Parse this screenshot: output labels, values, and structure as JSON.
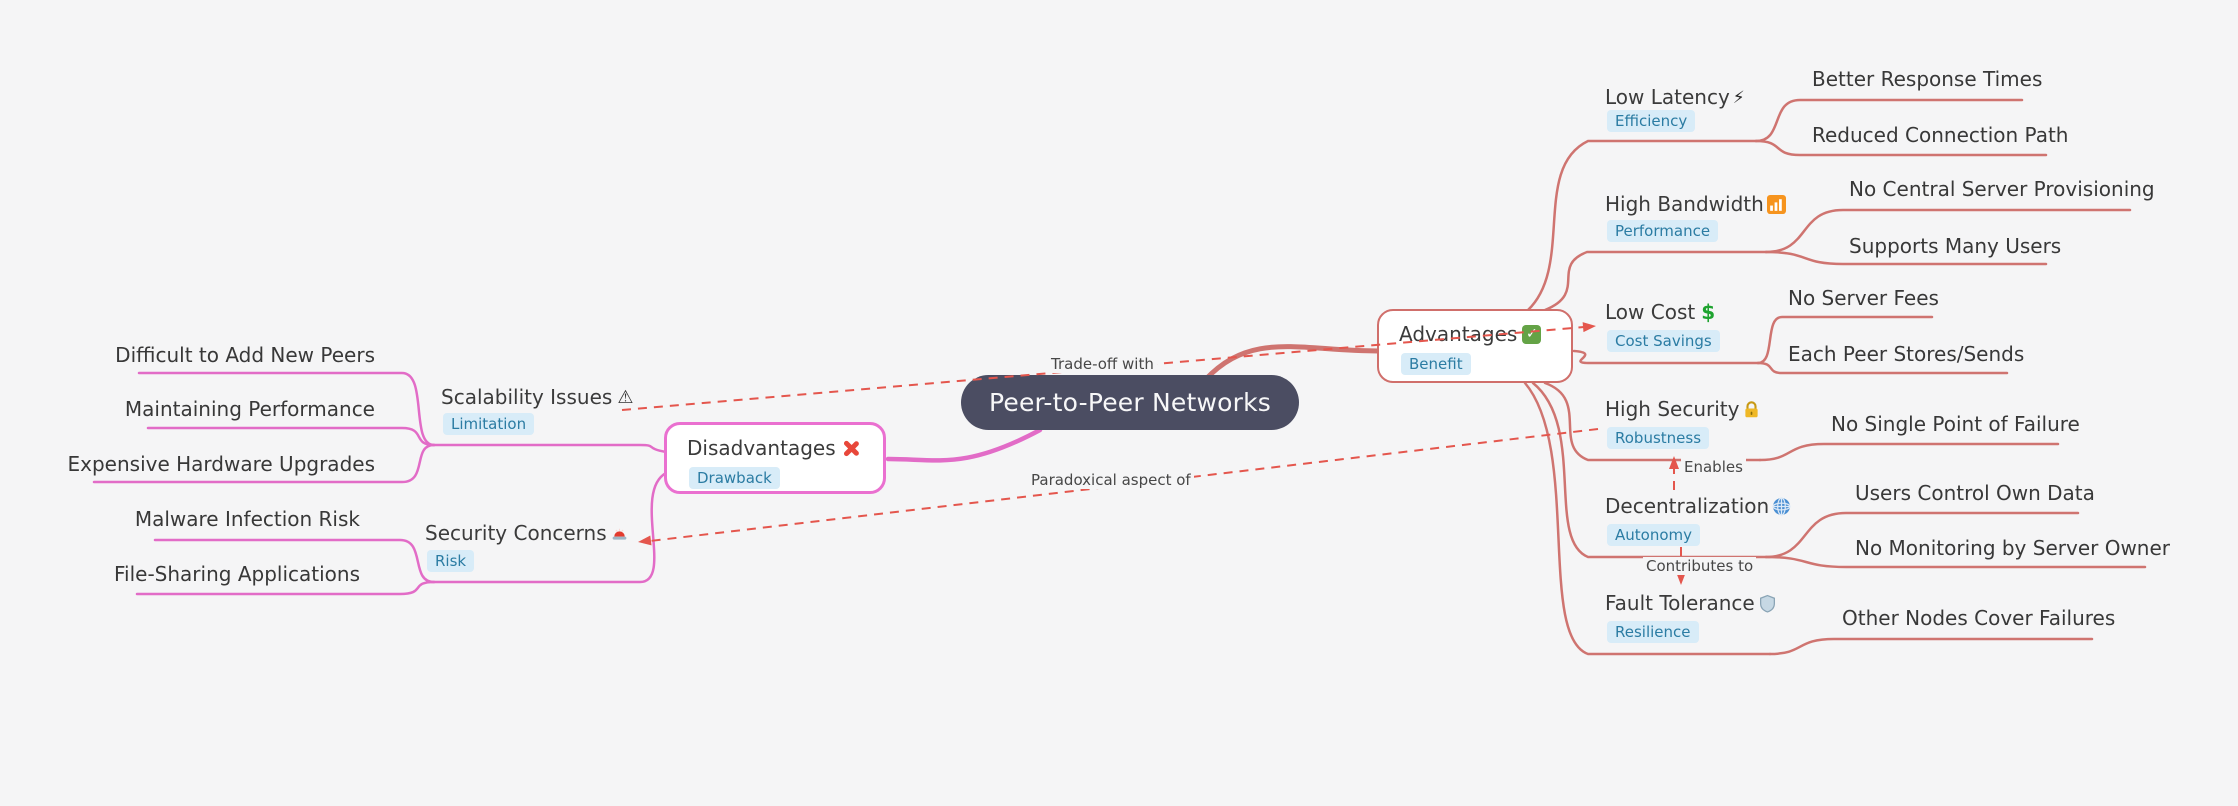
{
  "colors": {
    "background": "#f5f5f6",
    "center_fill": "#4b4d62",
    "center_text": "#f7f7f8",
    "advantages_branch": "#cf7470",
    "disadvantages_branch": "#e26cc7",
    "association_line": "#e4564d",
    "tag_bg": "#d8ecf8",
    "tag_text": "#2b7ca3",
    "label_text": "#3b3b3b"
  },
  "root": {
    "label": "Peer-to-Peer Networks"
  },
  "advantages": {
    "label": "Advantages",
    "icon": "check-icon",
    "tag": "Benefit",
    "children": [
      {
        "label": "Low Latency",
        "icon": "bolt-icon",
        "tag": "Efficiency",
        "leaves": [
          "Better Response Times",
          "Reduced Connection Path"
        ]
      },
      {
        "label": "High Bandwidth",
        "icon": "bar-chart-icon",
        "tag": "Performance",
        "leaves": [
          "No Central Server Provisioning",
          "Supports Many Users"
        ]
      },
      {
        "label": "Low Cost",
        "icon": "dollar-icon",
        "tag": "Cost Savings",
        "leaves": [
          "No Server Fees",
          "Each Peer Stores/Sends"
        ]
      },
      {
        "label": "High Security",
        "icon": "lock-icon",
        "tag": "Robustness",
        "leaves": [
          "No Single Point of Failure"
        ]
      },
      {
        "label": "Decentralization",
        "icon": "globe-icon",
        "tag": "Autonomy",
        "leaves": [
          "Users Control Own Data",
          "No Monitoring by Server Owner"
        ]
      },
      {
        "label": "Fault Tolerance",
        "icon": "shield-icon",
        "tag": "Resilience",
        "leaves": [
          "Other Nodes Cover Failures"
        ]
      }
    ]
  },
  "disadvantages": {
    "label": "Disadvantages",
    "icon": "cross-icon",
    "tag": "Drawback",
    "children": [
      {
        "label": "Scalability Issues",
        "icon": "warning-icon",
        "tag": "Limitation",
        "leaves": [
          "Difficult to Add New Peers",
          "Maintaining Performance",
          "Expensive Hardware Upgrades"
        ]
      },
      {
        "label": "Security Concerns",
        "icon": "siren-icon",
        "tag": "Risk",
        "leaves": [
          "Malware Infection Risk",
          "File-Sharing Applications"
        ]
      }
    ]
  },
  "associations": {
    "trade_off": "Trade-off with",
    "paradoxical": "Paradoxical aspect of",
    "enables": "Enables",
    "contributes": "Contributes to"
  }
}
